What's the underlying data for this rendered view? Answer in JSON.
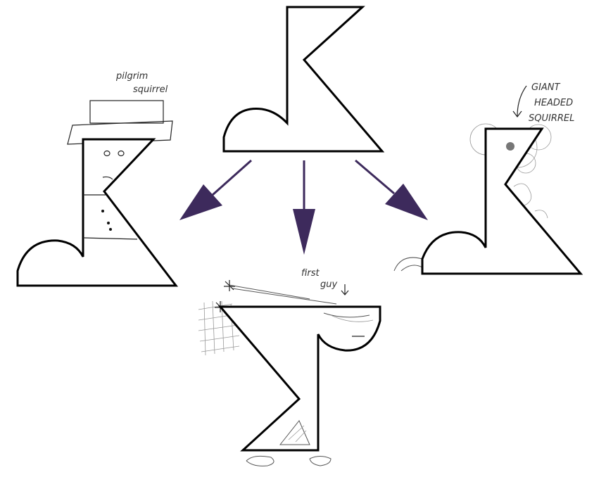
{
  "colors": {
    "arrow": "#3d2a5c",
    "outline": "#000000",
    "pencil": "#555555",
    "background": "#ffffff"
  },
  "labels": {
    "left_line1": "pilgrim",
    "left_line2": "squirrel",
    "right_line1": "GIANT",
    "right_line2": "HEADED",
    "right_line3": "SQUIRREL",
    "bottom_line1": "first",
    "bottom_line2": "guy"
  },
  "icons": {
    "left": "pilgrim-squirrel-drawing",
    "right": "giant-headed-squirrel-drawing",
    "bottom": "first-guy-drawing",
    "top": "boot-shape"
  }
}
